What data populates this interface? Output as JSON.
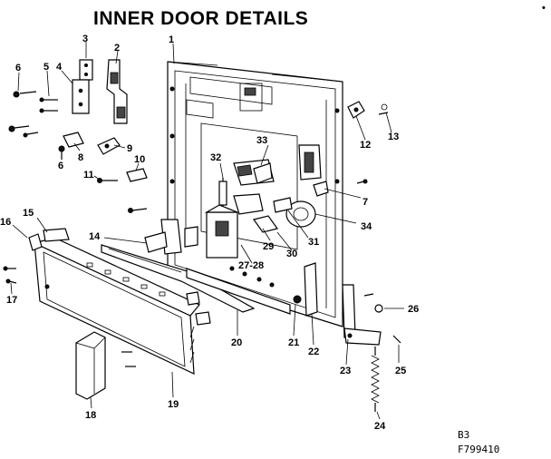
{
  "title": "INNER DOOR DETAILS",
  "callouts": {
    "c1": "1",
    "c2": "2",
    "c3": "3",
    "c4": "4",
    "c5": "5",
    "c6a": "6",
    "c6b": "6",
    "c7": "7",
    "c8": "8",
    "c9": "9",
    "c10": "10",
    "c11": "11",
    "c12": "12",
    "c13": "13",
    "c14": "14",
    "c15": "15",
    "c16": "16",
    "c17": "17",
    "c18": "18",
    "c19": "19",
    "c20": "20",
    "c21": "21",
    "c22": "22",
    "c23": "23",
    "c24": "24",
    "c25": "25",
    "c26": "26",
    "c2728": "27-28",
    "c29": "29",
    "c30": "30",
    "c31": "31",
    "c32": "32",
    "c33": "33",
    "c34": "34"
  },
  "footer": {
    "page": "B3",
    "figure": "F799410"
  }
}
